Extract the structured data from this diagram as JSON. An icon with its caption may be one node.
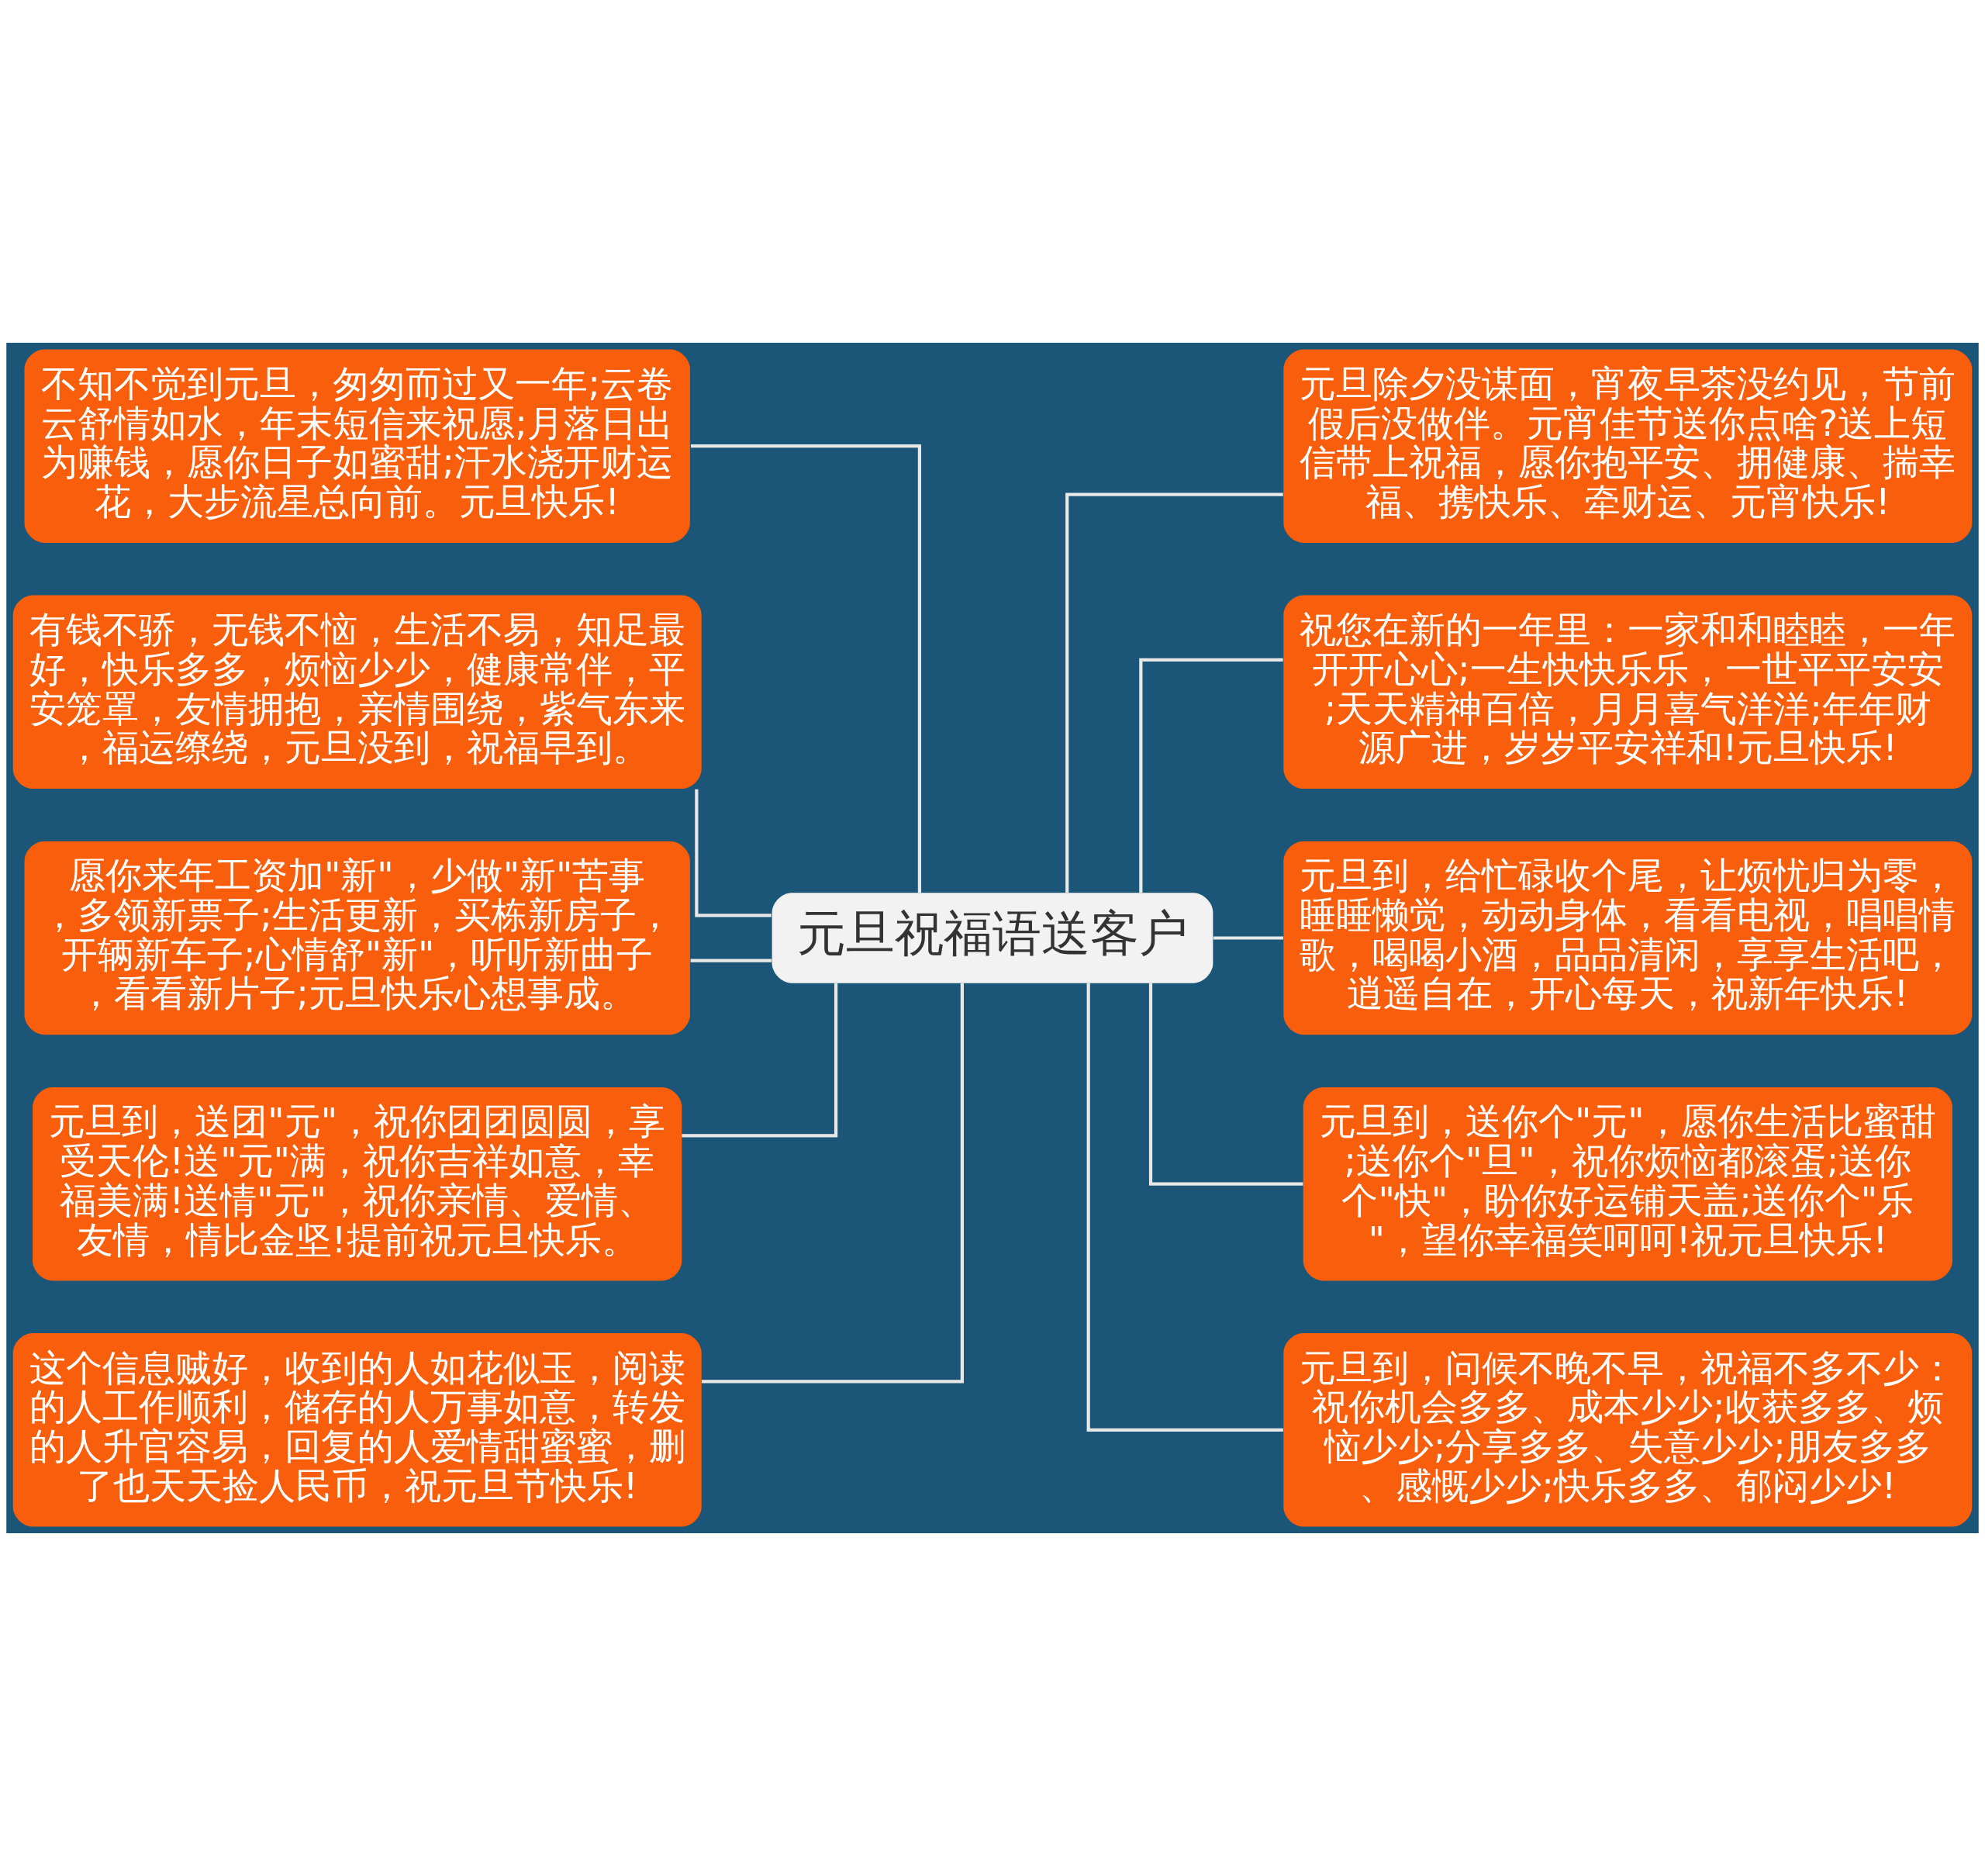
{
  "diagram": {
    "nodes": [
      {
        "text": [
          "元旦祝福语送客户"
        ]
      },
      {
        "text": [
          "不知不觉到元旦，匆匆而过又一年;云卷云舒情如水，年末短信来祝愿;月落日出为赚钱，愿你日子如蜜甜;汗水浇开财运花，大步流星总向前。元旦快乐!"
        ]
      },
      {
        "text": [
          "有钱不骄，无钱不恼，生活不易，知足最好，快乐多多，烦恼少少，健康常伴，平安笼罩，友情拥抱，亲情围绕，紫气东来，福运缭绕，元旦没到，祝福早到。"
        ]
      },
      {
        "text": [
          "愿你来年工资加\"新\"，少做\"新\"苦事，多领新票子;生活更新，买栋新房子，开辆新车子;心情舒\"新\"，听听新曲子，看看新片子;元旦快乐心想事成。"
        ]
      },
      {
        "text": [
          "元旦到，送团\"元\"，祝你团团圆圆，享受天伦!送\"元\"满，祝你吉祥如意，幸福美满!送情\"元\"，祝你亲情、爱情、友情，情比金坚!提前祝元旦快乐。"
        ]
      },
      {
        "text": [
          "这个信息贼好，收到的人如花似玉，阅读的人工作顺利，储存的人万事如意，转发的人升官容易，回复的人爱情甜蜜蜜，删了也天天捡人民币，祝元旦节快乐!"
        ]
      },
      {
        "text": [
          "元旦除夕没谋面，宵夜早茶没约见，节前假后没做伴。元宵佳节送你点啥?送上短信带上祝福，愿你抱平安、拥健康、揣幸福、携快乐、牵财运、元宵快乐!"
        ]
      },
      {
        "text": [
          "祝您在新的一年里：一家和和睦睦，一年开开心心;一生快快乐乐，一世平平安安;天天精神百倍，月月喜气洋洋;年年财源广进，岁岁平安祥和!元旦快乐!"
        ]
      },
      {
        "text": [
          "元旦到，给忙碌收个尾，让烦忧归为零，睡睡懒觉，动动身体，看看电视，唱唱情歌，喝喝小酒，品品清闲，享享生活吧，逍遥自在，开心每天，祝新年快乐!"
        ]
      },
      {
        "text": [
          "元旦到，送你个\"元\"，愿你生活比蜜甜;送你个\"旦\"，祝你烦恼都滚蛋;送你个\"快\"，盼你好运铺天盖;送你个\"乐\"，望你幸福笑呵呵!祝元旦快乐!"
        ]
      },
      {
        "text": [
          "元旦到，问候不晚不早，祝福不多不少：祝你机会多多、成本少少;收获多多、烦恼少少;分享多多、失意少少;朋友多多、感慨少少;快乐多多、郁闷少少!"
        ]
      }
    ],
    "edges": [
      {
        "from": 0,
        "to": 1,
        "arrow": "none"
      },
      {
        "from": 0,
        "to": 2,
        "arrow": "none"
      },
      {
        "from": 0,
        "to": 3,
        "arrow": "none"
      },
      {
        "from": 0,
        "to": 4,
        "arrow": "none"
      },
      {
        "from": 0,
        "to": 5,
        "arrow": "none"
      },
      {
        "from": 0,
        "to": 6,
        "arrow": "none"
      },
      {
        "from": 0,
        "to": 7,
        "arrow": "none"
      },
      {
        "from": 0,
        "to": 8,
        "arrow": "none"
      },
      {
        "from": 0,
        "to": 9,
        "arrow": "none"
      },
      {
        "from": 0,
        "to": 10,
        "arrow": "none"
      }
    ]
  }
}
